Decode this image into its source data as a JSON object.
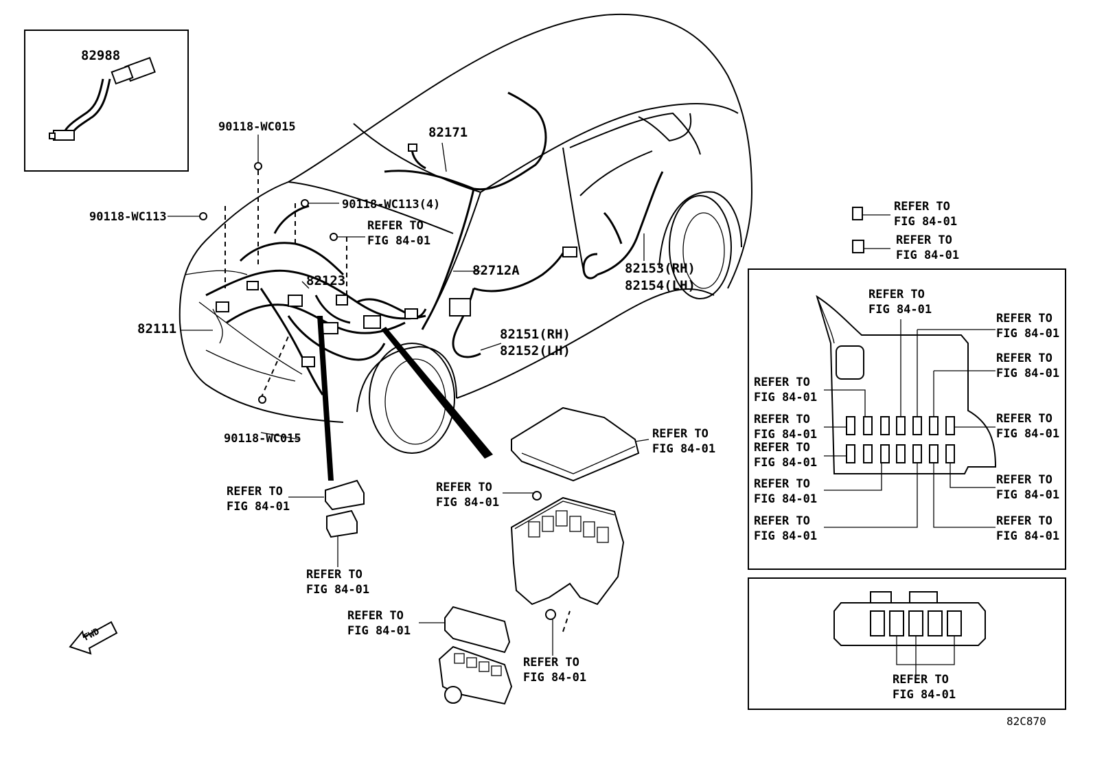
{
  "ref_text": {
    "line1": "REFER TO",
    "line2": "FIG 84-01"
  },
  "parts": {
    "p82988": "82988",
    "p90118_wc015_top": "90118-WC015",
    "p90118_wc113": "90118-WC113",
    "p90118_wc113_4": "90118-WC113(4)",
    "p82171": "82171",
    "p82123": "82123",
    "p82712a": "82712A",
    "p82111": "82111",
    "p82153": "82153(RH)",
    "p82154": "82154(LH)",
    "p82151": "82151(RH)",
    "p82152": "82152(LH)",
    "p90118_wc015_bottom": "90118-WC015"
  },
  "direction_arrow": "FWD",
  "diagram_code": "82C870"
}
